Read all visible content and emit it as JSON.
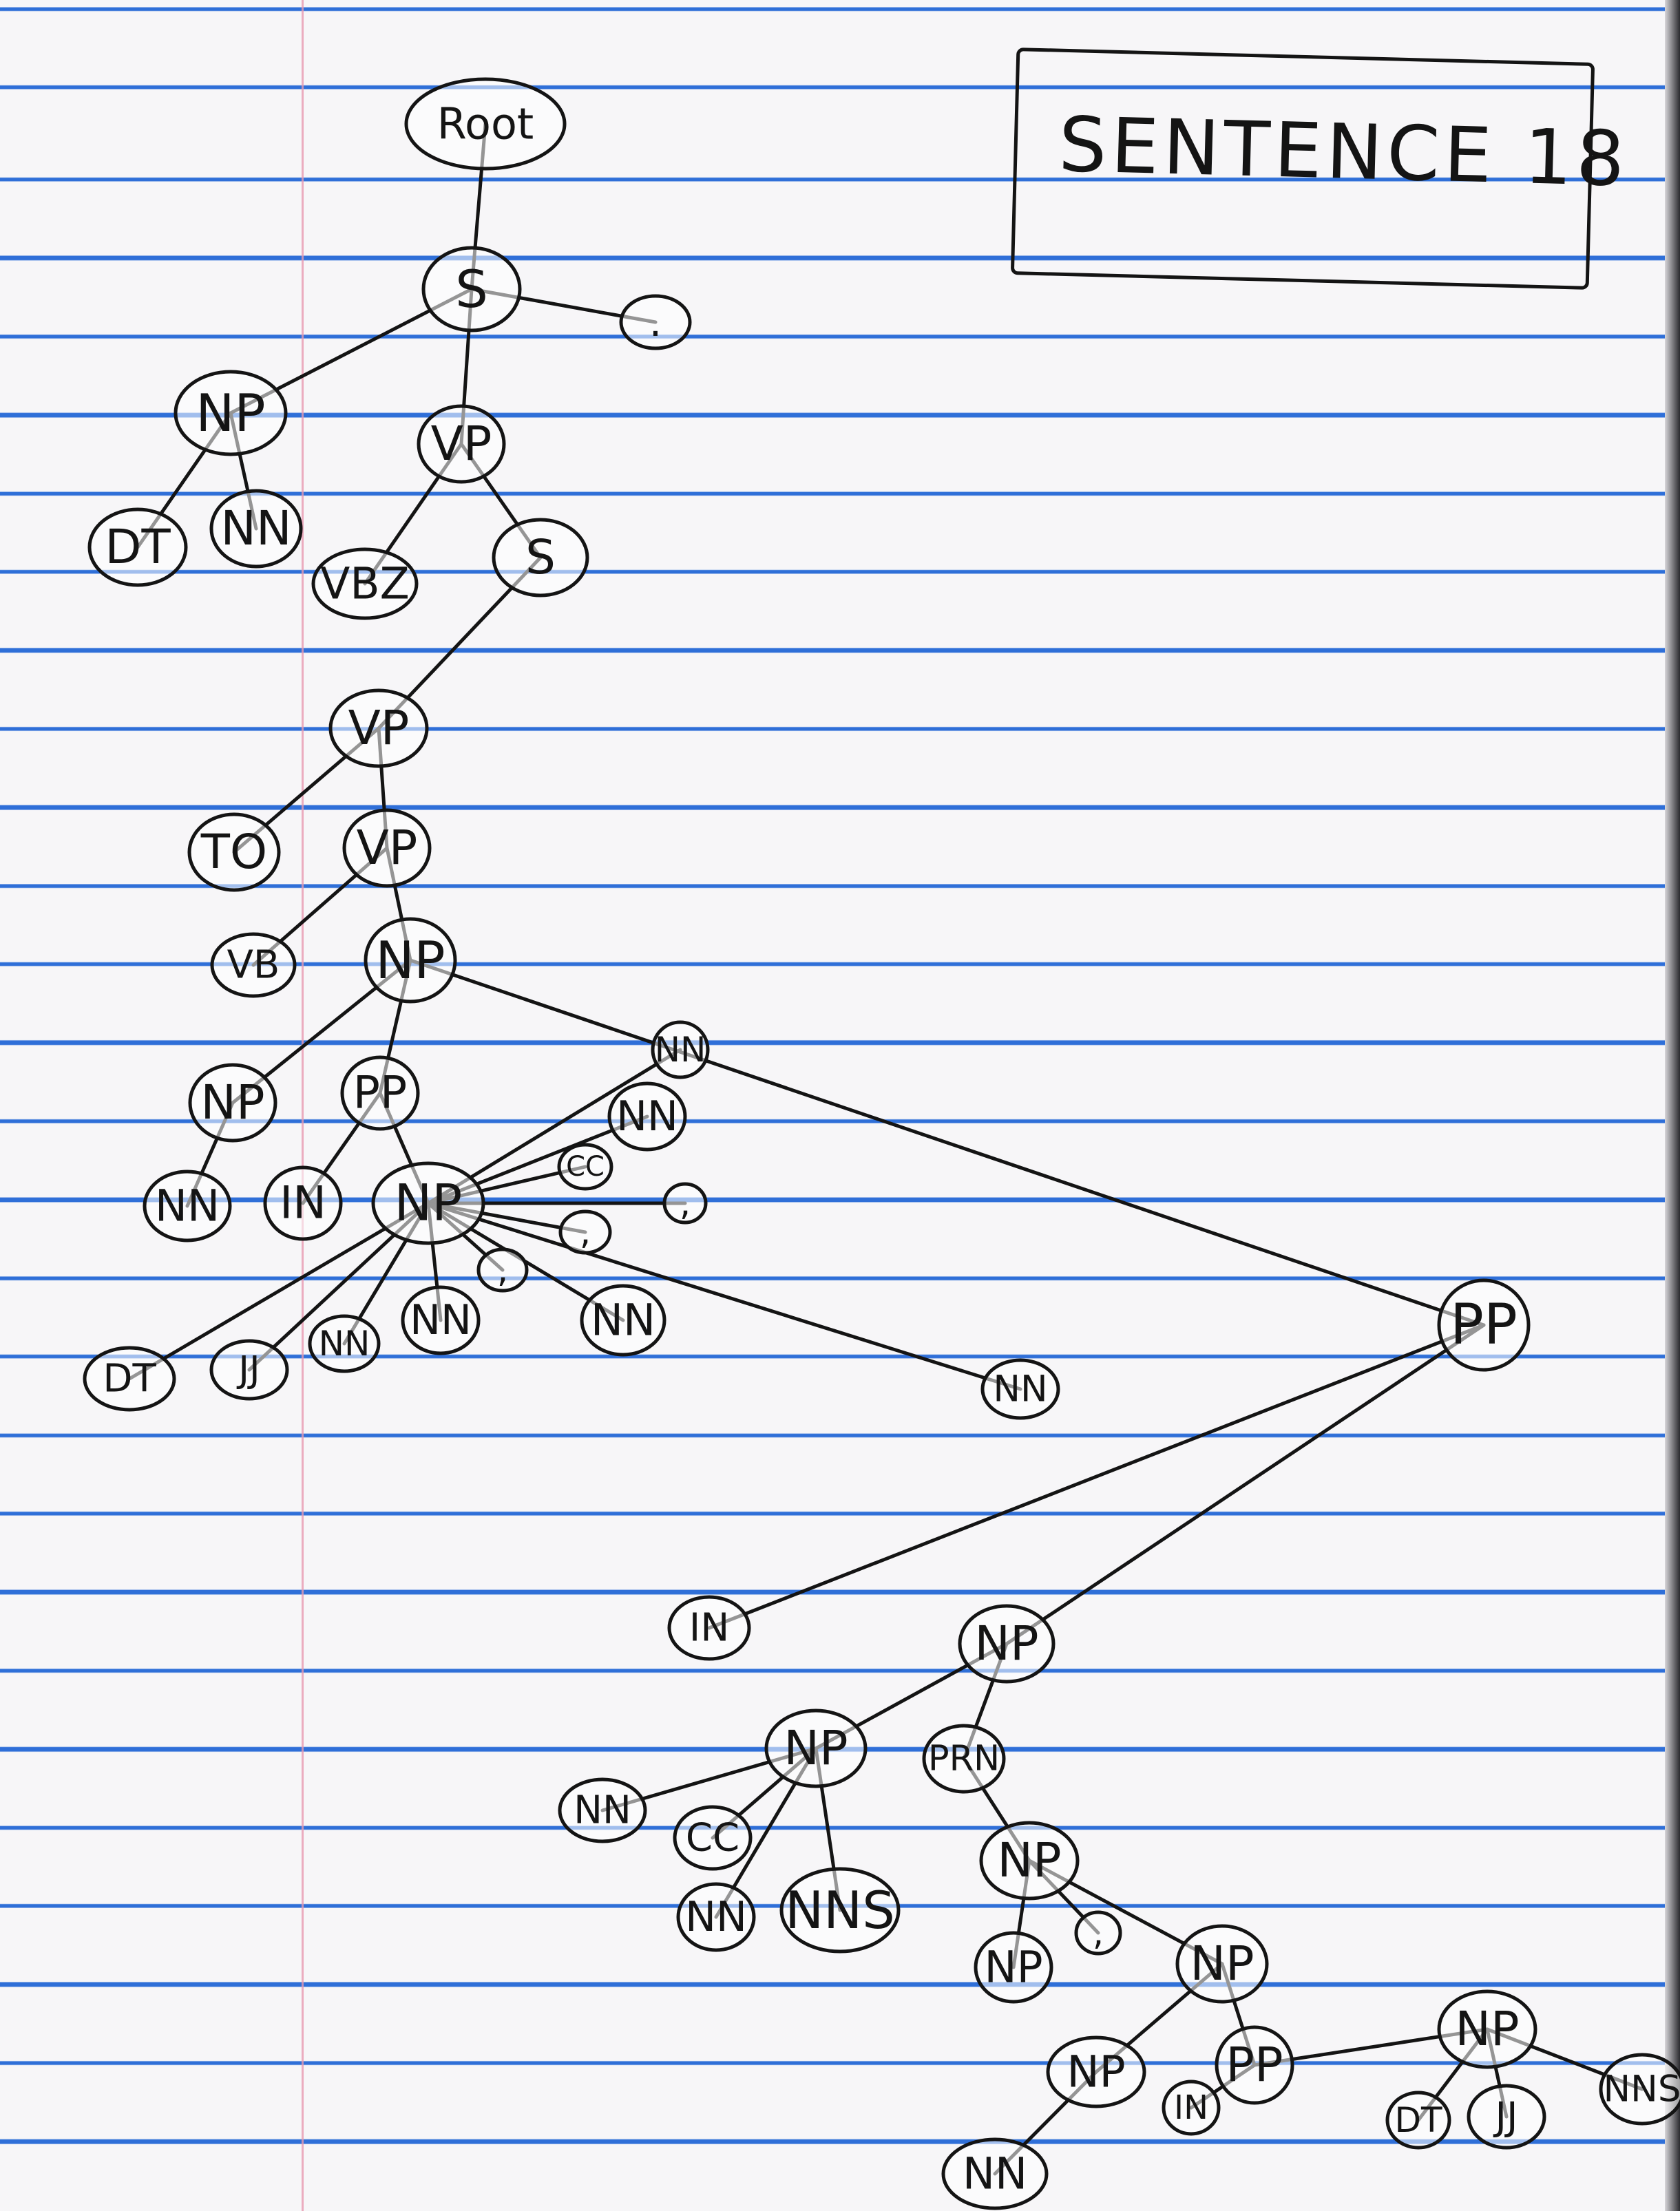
{
  "title": "SENTENCE 18",
  "nodes": [
    {
      "id": "root",
      "label": "Root"
    },
    {
      "id": "s1",
      "label": "S"
    },
    {
      "id": "dot1",
      "label": "."
    },
    {
      "id": "np1",
      "label": "NP"
    },
    {
      "id": "vp1",
      "label": "VP"
    },
    {
      "id": "dt1",
      "label": "DT"
    },
    {
      "id": "nn1",
      "label": "NN"
    },
    {
      "id": "vbz1",
      "label": "VBZ"
    },
    {
      "id": "s2",
      "label": "S"
    },
    {
      "id": "vp2",
      "label": "VP"
    },
    {
      "id": "to1",
      "label": "TO"
    },
    {
      "id": "vp3",
      "label": "VP"
    },
    {
      "id": "vb1",
      "label": "VB"
    },
    {
      "id": "np2",
      "label": "NP"
    },
    {
      "id": "np3",
      "label": "NP"
    },
    {
      "id": "pp1",
      "label": "PP"
    },
    {
      "id": "nn2",
      "label": "NN"
    },
    {
      "id": "in1",
      "label": "IN"
    },
    {
      "id": "np4",
      "label": "NP"
    },
    {
      "id": "nn3",
      "label": "NN"
    },
    {
      "id": "nn4",
      "label": "NN"
    },
    {
      "id": "cc1",
      "label": "CC"
    },
    {
      "id": "comma1",
      "label": ","
    },
    {
      "id": "comma2",
      "label": ","
    },
    {
      "id": "comma3",
      "label": ","
    },
    {
      "id": "nn5",
      "label": "NN"
    },
    {
      "id": "nn6",
      "label": "NN"
    },
    {
      "id": "nn7",
      "label": "NN"
    },
    {
      "id": "jj1",
      "label": "JJ"
    },
    {
      "id": "dt2",
      "label": "DT"
    },
    {
      "id": "nn8",
      "label": "NN"
    },
    {
      "id": "pp2",
      "label": "PP"
    },
    {
      "id": "in2",
      "label": "IN"
    },
    {
      "id": "np5",
      "label": "NP"
    },
    {
      "id": "np6",
      "label": "NP"
    },
    {
      "id": "prn1",
      "label": "PRN"
    },
    {
      "id": "nn9",
      "label": "NN"
    },
    {
      "id": "cc2",
      "label": "CC"
    },
    {
      "id": "nn10",
      "label": "NN"
    },
    {
      "id": "nns1",
      "label": "NNS"
    },
    {
      "id": "np7",
      "label": "NP"
    },
    {
      "id": "np8",
      "label": "NP"
    },
    {
      "id": "comma4",
      "label": ","
    },
    {
      "id": "np9",
      "label": "NP"
    },
    {
      "id": "np10",
      "label": "NP"
    },
    {
      "id": "pp3",
      "label": "PP"
    },
    {
      "id": "np11",
      "label": "NP"
    },
    {
      "id": "nn11",
      "label": "NN"
    },
    {
      "id": "in3",
      "label": "IN"
    },
    {
      "id": "dt3",
      "label": "DT"
    },
    {
      "id": "jj2",
      "label": "JJ"
    },
    {
      "id": "nns2",
      "label": "NNS"
    }
  ],
  "edges": [
    [
      "root",
      "s1"
    ],
    [
      "s1",
      "dot1"
    ],
    [
      "s1",
      "np1"
    ],
    [
      "s1",
      "vp1"
    ],
    [
      "np1",
      "dt1"
    ],
    [
      "np1",
      "nn1"
    ],
    [
      "vp1",
      "vbz1"
    ],
    [
      "vp1",
      "s2"
    ],
    [
      "s2",
      "vp2"
    ],
    [
      "vp2",
      "to1"
    ],
    [
      "vp2",
      "vp3"
    ],
    [
      "vp3",
      "vb1"
    ],
    [
      "vp3",
      "np2"
    ],
    [
      "np2",
      "np3"
    ],
    [
      "np2",
      "pp1"
    ],
    [
      "np2",
      "pp2"
    ],
    [
      "np3",
      "nn2"
    ],
    [
      "pp1",
      "in1"
    ],
    [
      "pp1",
      "np4"
    ],
    [
      "np4",
      "nn3"
    ],
    [
      "np4",
      "nn4"
    ],
    [
      "np4",
      "cc1"
    ],
    [
      "np4",
      "comma1"
    ],
    [
      "np4",
      "comma2"
    ],
    [
      "np4",
      "comma3"
    ],
    [
      "np4",
      "nn5"
    ],
    [
      "np4",
      "nn8"
    ],
    [
      "np4",
      "nn6"
    ],
    [
      "np4",
      "nn7"
    ],
    [
      "np4",
      "jj1"
    ],
    [
      "np4",
      "dt2"
    ],
    [
      "pp2",
      "in2"
    ],
    [
      "pp2",
      "np5"
    ],
    [
      "np5",
      "np6"
    ],
    [
      "np5",
      "prn1"
    ],
    [
      "np6",
      "nn9"
    ],
    [
      "np6",
      "cc2"
    ],
    [
      "np6",
      "nn10"
    ],
    [
      "np6",
      "nns1"
    ],
    [
      "prn1",
      "np7"
    ],
    [
      "np7",
      "np8"
    ],
    [
      "np7",
      "comma4"
    ],
    [
      "np7",
      "np9"
    ],
    [
      "np9",
      "np10"
    ],
    [
      "np9",
      "pp3"
    ],
    [
      "np10",
      "nn11"
    ],
    [
      "pp3",
      "in3"
    ],
    [
      "pp3",
      "np11"
    ],
    [
      "np11",
      "dt3"
    ],
    [
      "np11",
      "jj2"
    ],
    [
      "np11",
      "nns2"
    ]
  ]
}
